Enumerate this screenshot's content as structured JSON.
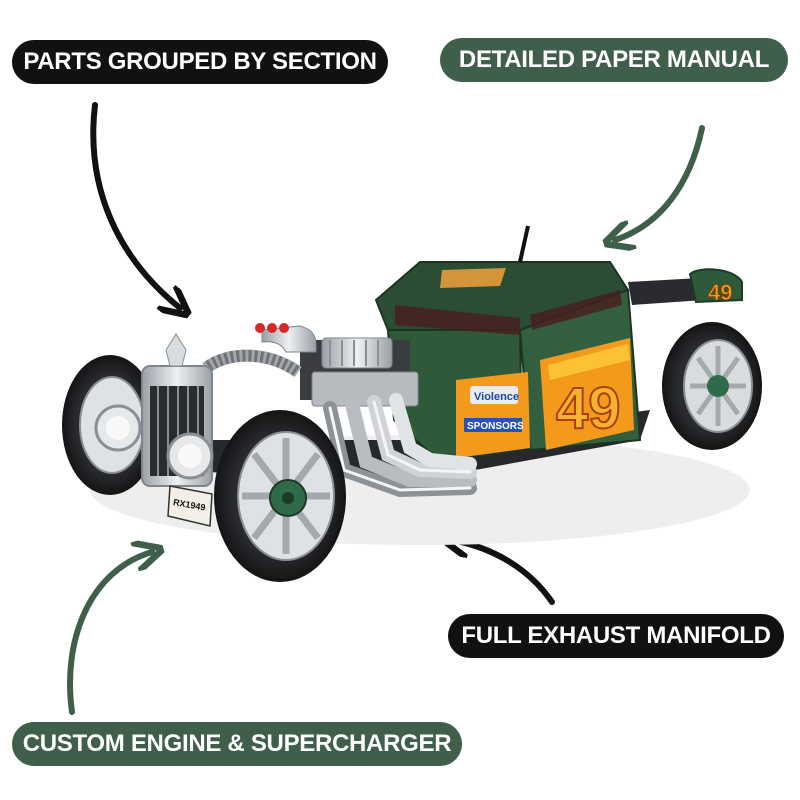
{
  "colors": {
    "label_dark": "#111111",
    "label_green": "#3f5f4b",
    "car_body": "#2f5a3a",
    "car_roof": "#2b4d33",
    "decal_orange": "#f39a1c",
    "decal_yellow": "#ffd23f",
    "chrome": "#c9ccd0",
    "tire": "#1e1f22"
  },
  "labels": {
    "parts": "PARTS GROUPED BY SECTION",
    "manual": "DETAILED PAPER MANUAL",
    "exhaust": "FULL EXHAUST MANIFOLD",
    "engine": "CUSTOM ENGINE & SUPERCHARGER"
  },
  "car": {
    "number": "49",
    "wing_number": "49",
    "plate": "RX1949",
    "decal_sponsors": "SPONSORS",
    "decal_brand": "Violence"
  }
}
